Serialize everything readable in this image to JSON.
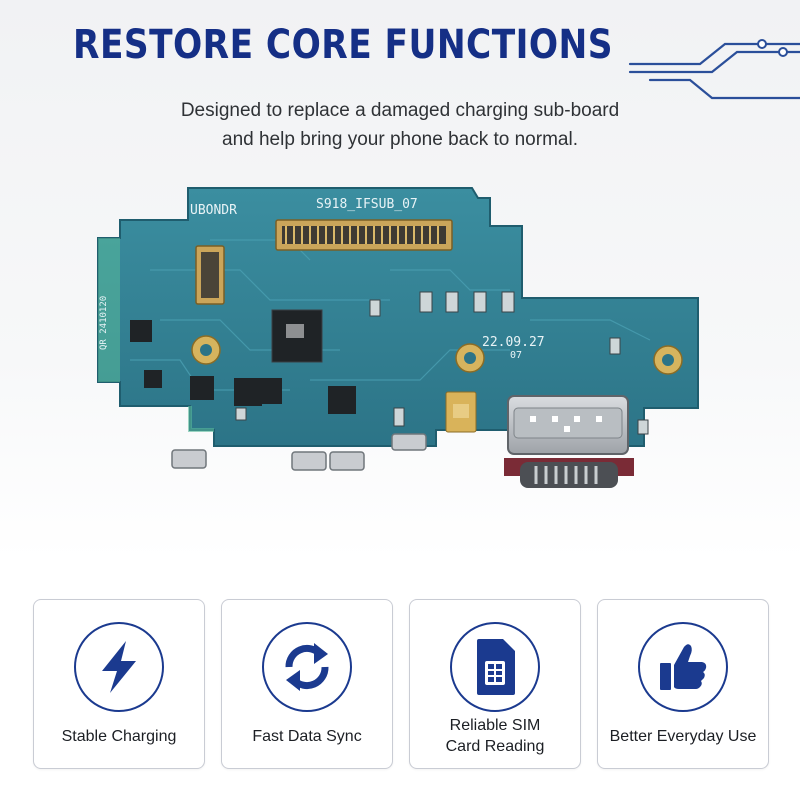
{
  "headline": "RESTORE CORE FUNCTIONS",
  "subtitle": {
    "line1": "Designed to replace a damaged charging sub-board",
    "line2": "and help bring your phone back to normal."
  },
  "board": {
    "silkscreen_left": "UBONDR",
    "silkscreen_model": "S918_IFSUB_07",
    "silkscreen_date": "22.09.27",
    "silkscreen_rev": "07",
    "silkscreen_side": "QR 2410120"
  },
  "features": [
    {
      "label_line1": "Stable Charging",
      "label_line2": "",
      "icon": "lightning-bolt-icon"
    },
    {
      "label_line1": "Fast Data Sync",
      "label_line2": "",
      "icon": "sync-arrows-icon"
    },
    {
      "label_line1": "Reliable SIM",
      "label_line2": "Card Reading",
      "icon": "sim-card-icon"
    },
    {
      "label_line1": "Better Everyday Use",
      "label_line2": "",
      "icon": "thumbs-up-icon"
    }
  ],
  "colors": {
    "brand_navy": "#152f86",
    "icon_blue": "#1b3a8f",
    "pcb_teal": "#2f7f92",
    "circuit_lines": "#2b4f9a"
  }
}
